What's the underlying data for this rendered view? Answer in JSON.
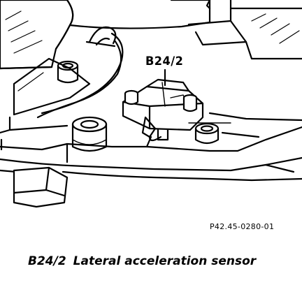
{
  "diagram": {
    "callout_label": "B24/2",
    "reference_code": "P42.45-0280-01",
    "caption": {
      "code": "B24/2",
      "text": "Lateral acceleration sensor"
    }
  }
}
